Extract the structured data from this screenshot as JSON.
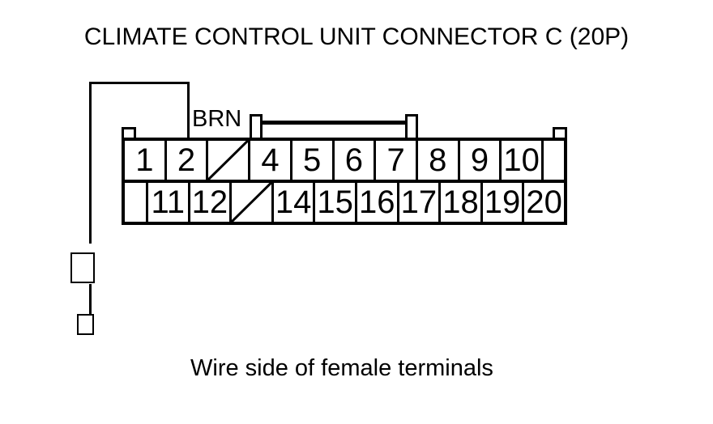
{
  "title": "CLIMATE CONTROL UNIT CONNECTOR C (20P)",
  "caption": "Wire side of female terminals",
  "wire": {
    "color_label": "BRN",
    "points_to_pin": "2"
  },
  "connector": {
    "designation": "C",
    "pin_count": "20P",
    "missing_pins": [
      "3",
      "13"
    ],
    "top_row": {
      "cells": [
        "1",
        "2",
        "",
        "4",
        "5",
        "6",
        "7",
        "8",
        "9",
        "10",
        ""
      ]
    },
    "bottom_row": {
      "cells": [
        "",
        "11",
        "12",
        "",
        "14",
        "15",
        "16",
        "17",
        "18",
        "19",
        "20"
      ]
    }
  },
  "colors": {
    "line": "#000000",
    "background": "#ffffff"
  }
}
